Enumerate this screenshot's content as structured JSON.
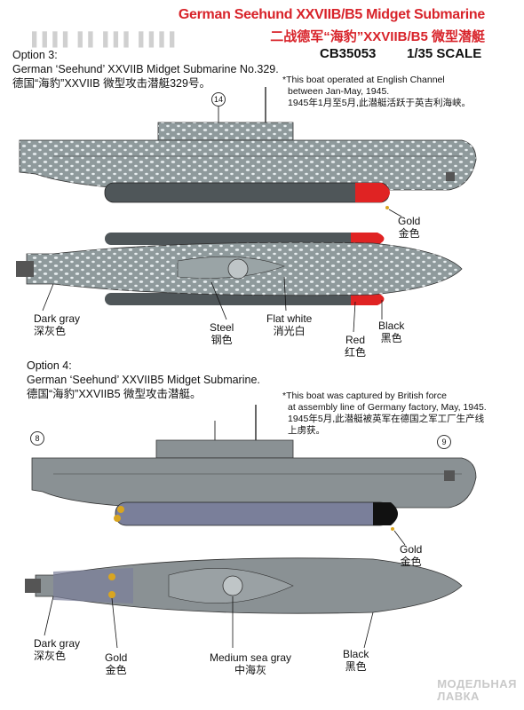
{
  "header": {
    "title": "German Seehund XXVIIB/B5 Midget Submarine",
    "title_cn": "二战德军“海豹”XXVIIB/B5 微型潜艇",
    "code": "CB35053",
    "scale": "1/35 SCALE"
  },
  "option3": {
    "heading": "Option 3:",
    "line1": "German ‘Seehund’ XXVIIB Midget Submarine No.329.",
    "line2_cn": "德国“海豹”XXVIIB 微型攻击潜艇329号。",
    "note_l1": "*This boat operated at English Channel",
    "note_l2": "between Jan-May, 1945.",
    "note_cn": "1945年1月至5月,此潜艇活跃于英吉利海峡。",
    "callout_number": "14",
    "labels": {
      "gold": "Gold",
      "gold_cn": "金色",
      "dark_gray": "Dark gray",
      "dark_gray_cn": "深灰色",
      "steel": "Steel",
      "steel_cn": "钢色",
      "flat_white": "Flat white",
      "flat_white_cn": "消光白",
      "red": "Red",
      "red_cn": "红色",
      "black": "Black",
      "black_cn": "黑色"
    }
  },
  "option4": {
    "heading": "Option 4:",
    "line1": "German ‘Seehund’ XXVIIB5 Midget Submarine.",
    "line2_cn": "德国“海豹”XXVIIB5 微型攻击潜艇。",
    "note_l1": "*This boat was captured by British force",
    "note_l2": "at assembly line of Germany factory, May, 1945.",
    "note_cn1": "1945年5月,此潜艇被英军在德国之军工厂生产线",
    "note_cn2": "上虏获。",
    "callout_left": "8",
    "callout_right": "9",
    "labels": {
      "gold_side": "Gold",
      "gold_side_cn": "金色",
      "dark_gray": "Dark gray",
      "dark_gray_cn": "深灰色",
      "gold_top": "Gold",
      "gold_top_cn": "金色",
      "medium_sea_gray": "Medium sea gray",
      "medium_sea_gray_cn": "中海灰",
      "black": "Black",
      "black_cn": "黑色"
    }
  },
  "watermark": {
    "line1": "МОДЕЛЬНАЯ",
    "line2": "ЛАВКА"
  },
  "colors": {
    "title_red": "#d8232a",
    "hull_gray": "#8f9a9c",
    "hull_dark": "#6f7a7c",
    "mid_sea_gray": "#8a9194",
    "torpedo_dark": "#4f5659",
    "torpedo_purple": "#7a7f9a",
    "red": "#e02323",
    "black": "#111111",
    "gold": "#d9a520"
  }
}
